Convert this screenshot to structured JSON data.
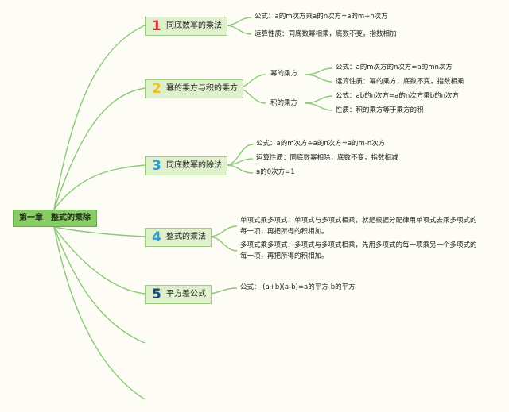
{
  "root": "第一章　整式的乘除",
  "topics": [
    {
      "num": "1",
      "num_color": "#e03030",
      "label": "同底数幂的乘法",
      "items": [
        "公式：a的m次方乘a的n次方=a的m+n次方",
        "运算性质：同底数幂相乘，底数不变，指数相加"
      ]
    },
    {
      "num": "2",
      "num_color": "#f0c020",
      "label": "幂的乘方与积的乘方",
      "sub": [
        {
          "label": "幂的乘方",
          "items": [
            "公式：a的m次方的n次方=a的mn次方",
            "运算性质：幂的乘方，底数不变，指数相乘"
          ]
        },
        {
          "label": "积的乘方",
          "items": [
            "公式：ab的n次方=a的n次方乘b的n次方",
            "性质：积的乘方等于乘方的积"
          ]
        }
      ]
    },
    {
      "num": "3",
      "num_color": "#2a9ad0",
      "label": "同底数幂的除法",
      "items": [
        "公式：a的m次方÷a的n次方=a的m-n次方",
        "运算性质：同底数幂相除，底数不变，指数相减",
        "a的0次方=1"
      ]
    },
    {
      "num": "4",
      "num_color": "#2a9ad0",
      "label": "整式的乘法",
      "items": [
        "单项式乘多项式：单项式与多项式相乘，就是根据分配律用单项式去乘多项式的每一项，再把所得的积相加。",
        "多项式乘多项式：多项式与多项式相乘，先用多项式的每一项乘另一个多项式的每一项，再把所得的积相加。"
      ]
    },
    {
      "num": "5",
      "num_color": "#1a4a8a",
      "label": "平方差公式",
      "items": [
        "公式：  (a+b)(a-b)=a的平方-b的平方"
      ]
    }
  ]
}
